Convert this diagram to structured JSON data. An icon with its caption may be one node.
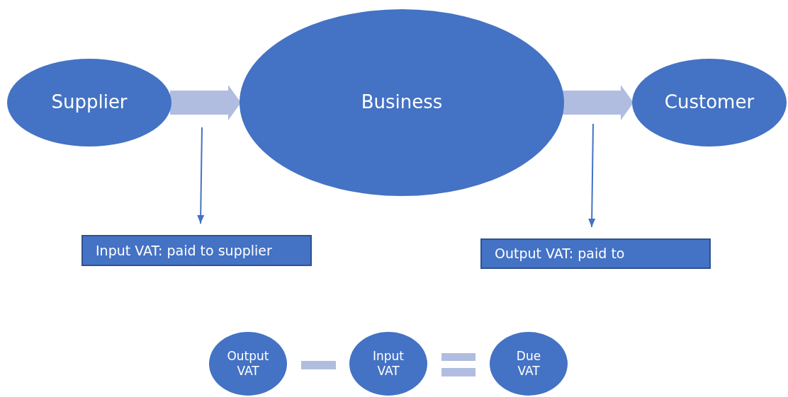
{
  "diagram": {
    "nodes": [
      {
        "text": [
          "Supplier"
        ]
      },
      {
        "text": [
          "Business"
        ]
      },
      {
        "text": [
          "Customer"
        ]
      },
      {
        "text": [
          "Input VAT: paid to supplier"
        ]
      },
      {
        "text": [
          "Output VAT: paid to"
        ]
      },
      {
        "text": [
          "Output VAT"
        ]
      },
      {
        "text": [
          "Input VAT"
        ]
      },
      {
        "text": [
          "Due VAT"
        ]
      }
    ],
    "edges": [
      {
        "from": 0,
        "to": 1,
        "arrow": "to",
        "style": "thick",
        "color": "#b0bde0"
      },
      {
        "from": 1,
        "to": 2,
        "arrow": "to",
        "style": "thick",
        "color": "#b0bde0"
      },
      {
        "from": null,
        "to": 3,
        "arrow": "to",
        "color": "#4472c4"
      },
      {
        "from": null,
        "to": 4,
        "arrow": "to",
        "color": "#4472c4"
      }
    ]
  }
}
